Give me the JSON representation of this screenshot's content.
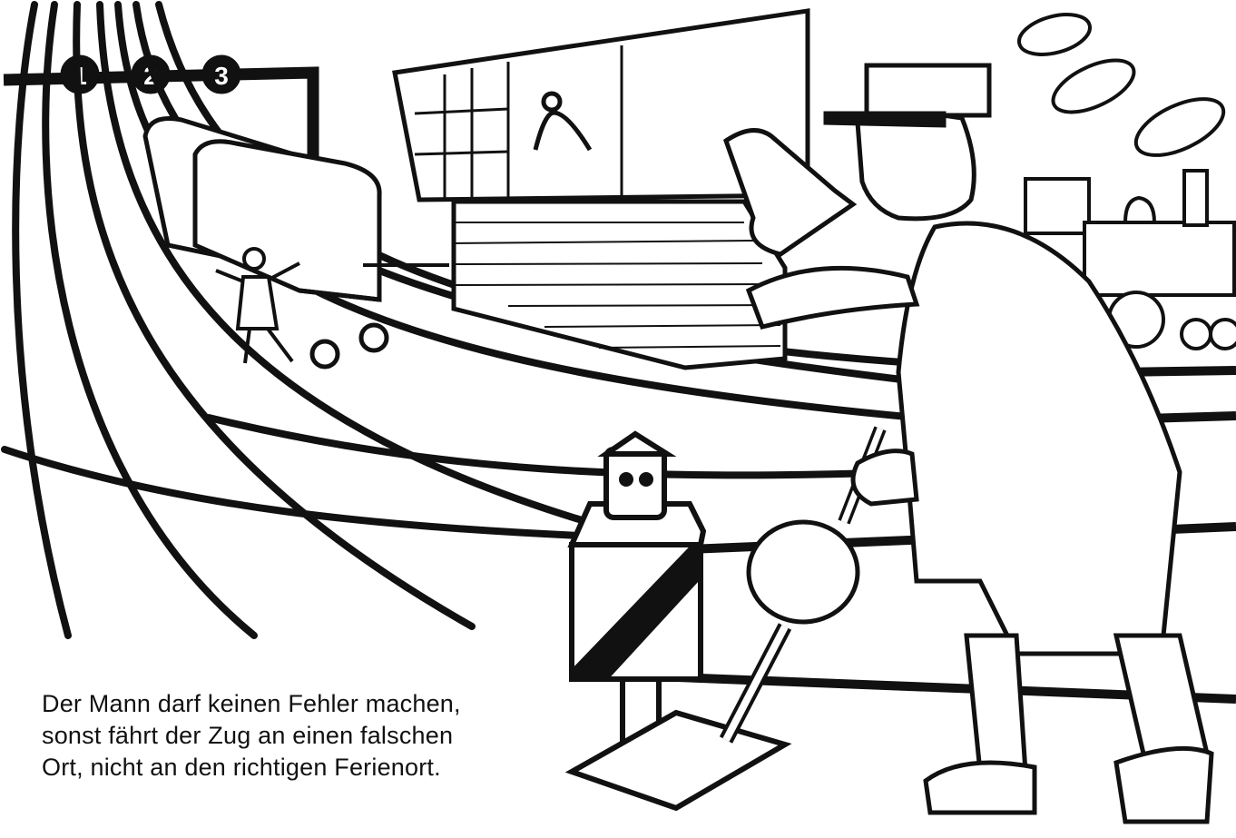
{
  "track_labels": [
    "1",
    "2",
    "3"
  ],
  "caption": {
    "line1": "Der Mann darf keinen Fehler machen,",
    "line2": "sonst fährt der Zug an einen falschen",
    "line3": "Ort, nicht an den richtigen Ferienort."
  },
  "colors": {
    "ink": "#111111",
    "paper": "#ffffff"
  }
}
